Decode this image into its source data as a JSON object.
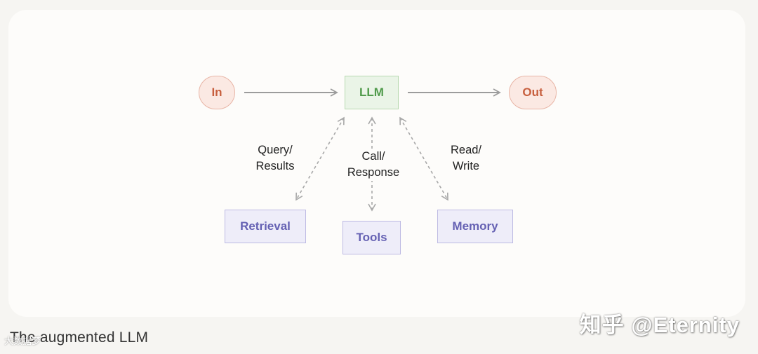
{
  "diagram": {
    "nodes": {
      "in": "In",
      "llm": "LLM",
      "out": "Out",
      "retrieval": "Retrieval",
      "tools": "Tools",
      "memory": "Memory"
    },
    "edge_labels": {
      "retrieval": [
        "Query/",
        "Results"
      ],
      "tools": [
        "Call/",
        "Response"
      ],
      "memory": [
        "Read/",
        "Write"
      ]
    },
    "colors": {
      "io_fill": "#fbe9e3",
      "io_text": "#c75f3e",
      "llm_fill": "#eaf4e7",
      "llm_text": "#4f9a4a",
      "component_fill": "#eeedf9",
      "component_text": "#6561b3",
      "arrow": "#9c9c9c"
    }
  },
  "caption": "The augmented LLM",
  "watermark": "知乎 @Eternity",
  "watermark_small": "大数据梦"
}
